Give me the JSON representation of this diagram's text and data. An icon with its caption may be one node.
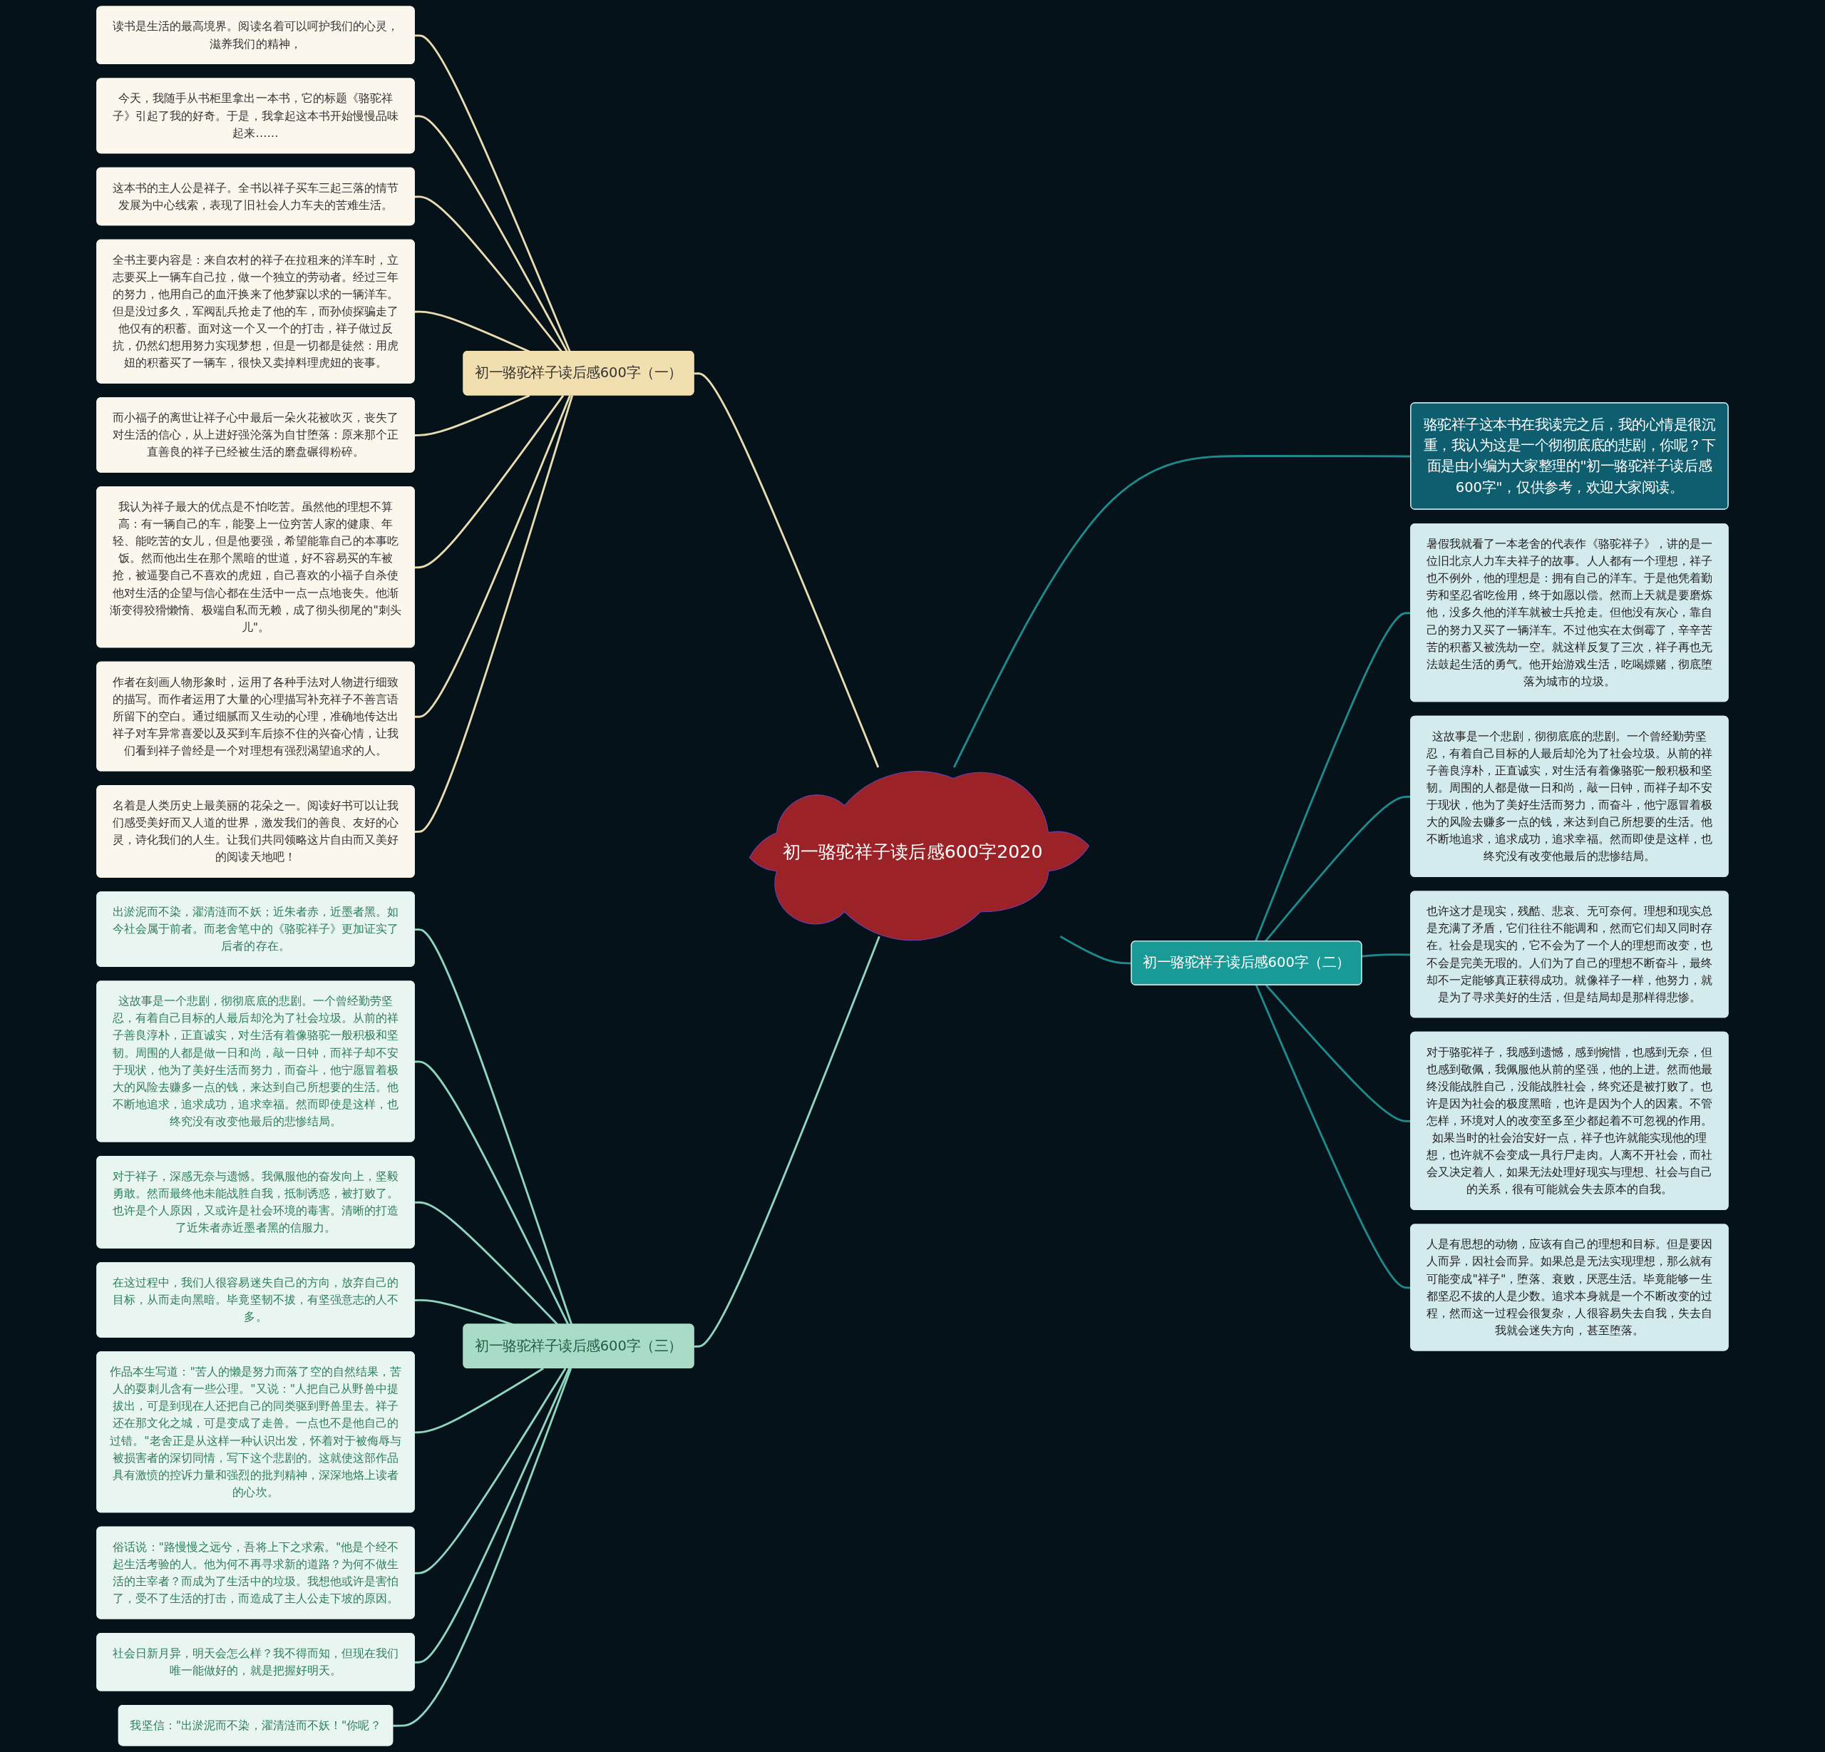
{
  "diagram": {
    "nodes": [
      {
        "text": [
          "初一骆驼祥子读后感600字2020"
        ]
      },
      {
        "text": [
          "骆驼祥子这本书在我读完之后，我的心情是很沉重，我认为这是一个彻彻底底的悲剧，你呢？下面是由小编为大家整理的\"初一骆驼祥子读后感600字\"，仅供参考，欢迎大家阅读。"
        ]
      },
      {
        "text": [
          "初一骆驼祥子读后感600字（一）"
        ]
      },
      {
        "text": [
          "读书是生活的最高境界。阅读名着可以呵护我们的心灵，滋养我们的精神，"
        ]
      },
      {
        "text": [
          "今天，我随手从书柜里拿出一本书，它的标题《骆驼祥子》引起了我的好奇。于是，我拿起这本书开始慢慢品味起来……"
        ]
      },
      {
        "text": [
          "这本书的主人公是祥子。全书以祥子买车三起三落的情节发展为中心线索，表现了旧社会人力车夫的苦难生活。"
        ]
      },
      {
        "text": [
          "全书主要内容是：来自农村的祥子在拉租来的洋车时，立志要买上一辆车自己拉，做一个独立的劳动者。经过三年的努力，他用自己的血汗换来了他梦寐以求的一辆洋车。但是没过多久，军阀乱兵抢走了他的车，而孙侦探骗走了他仅有的积蓄。面对这一个又一个的打击，祥子做过反抗，仍然幻想用努力实现梦想，但是一切都是徒然：用虎妞的积蓄买了一辆车，很快又卖掉料理虎妞的丧事。"
        ]
      },
      {
        "text": [
          "而小福子的离世让祥子心中最后一朵火花被吹灭，丧失了对生活的信心，从上进好强沦落为自甘堕落：原来那个正直善良的祥子已经被生活的磨盘碾得粉碎。"
        ]
      },
      {
        "text": [
          "我认为祥子最大的优点是不怕吃苦。虽然他的理想不算高：有一辆自己的车，能娶上一位穷苦人家的健康、年轻、能吃苦的女儿，但是他要强，希望能靠自己的本事吃饭。然而他出生在那个黑暗的世道，好不容易买的车被抢，被逼娶自己不喜欢的虎妞，自己喜欢的小福子自杀使他对生活的企望与信心都在生活中一点一点地丧失。他渐渐变得狡猾懒惰、极端自私而无赖，成了彻头彻尾的\"刺头儿\"。"
        ]
      },
      {
        "text": [
          "作者在刻画人物形象时，运用了各种手法对人物进行细致的描写。而作者运用了大量的心理描写补充祥子不善言语所留下的空白。通过细腻而又生动的心理，准确地传达出祥子对车异常喜爱以及买到车后捺不住的兴奋心情，让我们看到祥子曾经是一个对理想有强烈渴望追求的人。"
        ]
      },
      {
        "text": [
          "名着是人类历史上最美丽的花朵之一。阅读好书可以让我们感受美好而又人道的世界，激发我们的善良、友好的心灵，诗化我们的人生。让我们共同领略这片自由而又美好的阅读天地吧！"
        ]
      },
      {
        "text": [
          "初一骆驼祥子读后感600字（二）"
        ]
      },
      {
        "text": [
          "暑假我就看了一本老舍的代表作《骆驼祥子》，讲的是一位旧北京人力车夫祥子的故事。人人都有一个理想，祥子也不例外，他的理想是：拥有自己的洋车。于是他凭着勤劳和坚忍省吃俭用，终于如愿以偿。然而上天就是要磨炼他，没多久他的洋车就被士兵抢走。但他没有灰心，靠自己的努力又买了一辆洋车。不过他实在太倒霉了，辛辛苦苦的积蓄又被洗劫一空。就这样反复了三次，祥子再也无法鼓起生活的勇气。他开始游戏生活，吃喝嫖赌，彻底堕落为城市的垃圾。"
        ]
      },
      {
        "text": [
          "这故事是一个悲剧，彻彻底底的悲剧。一个曾经勤劳坚忍，有着自己目标的人最后却沦为了社会垃圾。从前的祥子善良淳朴，正直诚实，对生活有着像骆驼一般积极和坚韧。周围的人都是做一日和尚，敲一日钟，而祥子却不安于现状，他为了美好生活而努力，而奋斗，他宁愿冒着极大的风险去赚多一点的钱，来达到自己所想要的生活。他不断地追求，追求成功，追求幸福。然而即使是这样，也终究没有改变他最后的悲惨结局。"
        ]
      },
      {
        "text": [
          "也许这才是现实，残酷、悲哀、无可奈何。理想和现实总是充满了矛盾，它们往往不能调和，然而它们却又同时存在。社会是现实的，它不会为了一个人的理想而改变，也不会是完美无瑕的。人们为了自己的理想不断奋斗，最终却不一定能够真正获得成功。就像祥子一样，他努力，就是为了寻求美好的生活，但是结局却是那样得悲惨。"
        ]
      },
      {
        "text": [
          "对于骆驼祥子，我感到遗憾，感到惋惜，也感到无奈，但也感到敬佩，我佩服他从前的坚强，他的上进。然而他最终没能战胜自己，没能战胜社会，终究还是被打败了。也许是因为社会的极度黑暗，也许是因为个人的因素。不管怎样，环境对人的改变至多至少都起着不可忽视的作用。如果当时的社会治安好一点，祥子也许就能实现他的理想，也许就不会变成一具行尸走肉。人离不开社会，而社会又决定着人，如果无法处理好现实与理想、社会与自己的关系，很有可能就会失去原本的自我。"
        ]
      },
      {
        "text": [
          "人是有思想的动物，应该有自己的理想和目标。但是要因人而异，因社会而异。如果总是无法实现理想，那么就有可能变成\"祥子\"，堕落、衰败，厌恶生活。毕竟能够一生都坚忍不拔的人是少数。追求本身就是一个不断改变的过程，然而这一过程会很复杂，人很容易失去自我，失去自我就会迷失方向，甚至堕落。"
        ]
      },
      {
        "text": [
          "初一骆驼祥子读后感600字（三）"
        ]
      },
      {
        "text": [
          "出淤泥而不染，濯清涟而不妖；近朱者赤，近墨者黑。如今社会属于前者。而老舍笔中的《骆驼祥子》更加证实了后者的存在。"
        ]
      },
      {
        "text": [
          "这故事是一个悲剧，彻彻底底的悲剧。一个曾经勤劳坚忍，有着自己目标的人最后却沦为了社会垃圾。从前的祥子善良淳朴，正直诚实，对生活有着像骆驼一般积极和坚韧。周围的人都是做一日和尚，敲一日钟，而祥子却不安于现状，他为了美好生活而努力，而奋斗，他宁愿冒着极大的风险去赚多一点的钱，来达到自己所想要的生活。他不断地追求，追求成功，追求幸福。然而即使是这样，也终究没有改变他最后的悲惨结局。"
        ]
      },
      {
        "text": [
          "对于祥子，深感无奈与遗憾。我佩服他的奋发向上，坚毅勇敢。然而最终他未能战胜自我，抵制诱惑，被打败了。也许是个人原因，又或许是社会环境的毒害。清晰的打造了近朱者赤近墨者黑的信服力。"
        ]
      },
      {
        "text": [
          "在这过程中，我们人很容易迷失自己的方向，放弃自己的目标，从而走向黑暗。毕竟坚韧不拔，有坚强意志的人不多。"
        ]
      },
      {
        "text": [
          "作品本生写道：\"苦人的懒是努力而落了空的自然结果，苦人的耍刺儿含有一些公理。\"又说：\"人把自己从野兽中提拔出，可是到现在人还把自己的同类驱到野兽里去。祥子还在那文化之城，可是变成了走兽。一点也不是他自己的过错。\"老舍正是从这样一种认识出发，怀着对于被侮辱与被损害者的深切同情，写下这个悲剧的。这就使这部作品具有激愤的控诉力量和强烈的批判精神，深深地烙上读者的心坎。"
        ]
      },
      {
        "text": [
          "俗话说：\"路慢慢之远兮，吾将上下之求索。\"他是个经不起生活考验的人。他为何不再寻求新的道路？为何不做生活的主宰者？而成为了生活中的垃圾。我想他或许是害怕了，受不了生活的打击，而造成了主人公走下坡的原因。"
        ]
      },
      {
        "text": [
          "社会日新月异，明天会怎么样？我不得而知，但现在我们唯一能做好的，就是把握好明天。"
        ]
      },
      {
        "text": [
          "我坚信：\"出淤泥而不染，濯清涟而不妖！\"你呢？"
        ]
      }
    ],
    "edges": [
      {
        "from": 0,
        "to": 1,
        "arrow": "none",
        "color": "#1f8a8c"
      },
      {
        "from": 0,
        "to": 2,
        "arrow": "none",
        "color": "#e8dcb0"
      },
      {
        "from": 2,
        "to": 3,
        "arrow": "none",
        "color": "#e8dcb0"
      },
      {
        "from": 2,
        "to": 4,
        "arrow": "none",
        "color": "#e8dcb0"
      },
      {
        "from": 2,
        "to": 5,
        "arrow": "none",
        "color": "#e8dcb0"
      },
      {
        "from": 2,
        "to": 6,
        "arrow": "none",
        "color": "#e8dcb0"
      },
      {
        "from": 2,
        "to": 7,
        "arrow": "none",
        "color": "#e8dcb0"
      },
      {
        "from": 2,
        "to": 8,
        "arrow": "none",
        "color": "#e8dcb0"
      },
      {
        "from": 2,
        "to": 9,
        "arrow": "none",
        "color": "#e8dcb0"
      },
      {
        "from": 2,
        "to": 10,
        "arrow": "none",
        "color": "#e8dcb0"
      },
      {
        "from": 0,
        "to": 11,
        "arrow": "none",
        "color": "#1f8a8c"
      },
      {
        "from": 11,
        "to": 12,
        "arrow": "none",
        "color": "#1f8a8c"
      },
      {
        "from": 11,
        "to": 13,
        "arrow": "none",
        "color": "#1f8a8c"
      },
      {
        "from": 11,
        "to": 14,
        "arrow": "none",
        "color": "#1f8a8c"
      },
      {
        "from": 11,
        "to": 15,
        "arrow": "none",
        "color": "#1f8a8c"
      },
      {
        "from": 11,
        "to": 16,
        "arrow": "none",
        "color": "#1f8a8c"
      },
      {
        "from": 0,
        "to": 17,
        "arrow": "none",
        "color": "#8fd6bf"
      },
      {
        "from": 17,
        "to": 18,
        "arrow": "none",
        "color": "#8fd6bf"
      },
      {
        "from": 17,
        "to": 19,
        "arrow": "none",
        "color": "#8fd6bf"
      },
      {
        "from": 17,
        "to": 20,
        "arrow": "none",
        "color": "#8fd6bf"
      },
      {
        "from": 17,
        "to": 21,
        "arrow": "none",
        "color": "#8fd6bf"
      },
      {
        "from": 17,
        "to": 22,
        "arrow": "none",
        "color": "#8fd6bf"
      },
      {
        "from": 17,
        "to": 23,
        "arrow": "none",
        "color": "#8fd6bf"
      },
      {
        "from": 17,
        "to": 24,
        "arrow": "none",
        "color": "#8fd6bf"
      },
      {
        "from": 17,
        "to": 25,
        "arrow": "none",
        "color": "#8fd6bf"
      }
    ]
  }
}
